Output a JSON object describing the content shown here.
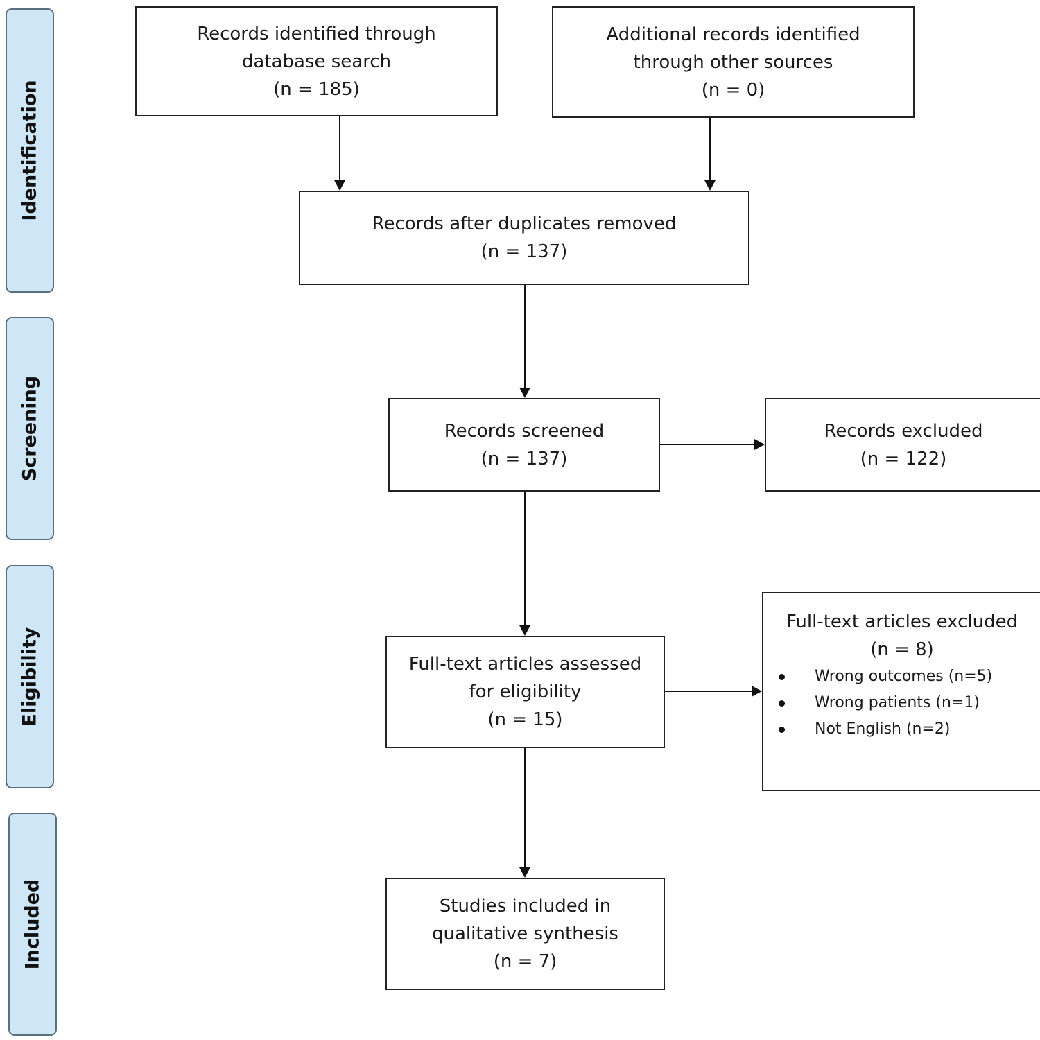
{
  "phases": {
    "identification": "Identification",
    "screening": "Screening",
    "eligibility": "Eligibility",
    "included": "Included"
  },
  "boxes": {
    "database_search": {
      "lines": [
        "Records identified through",
        "database search",
        "(n = 185)"
      ]
    },
    "other_sources": {
      "lines": [
        "Additional records identified",
        "through other sources",
        "(n = 0)"
      ]
    },
    "after_duplicates": {
      "lines": [
        "Records after duplicates removed",
        "(n = 137)"
      ]
    },
    "screened": {
      "lines": [
        "Records screened",
        "(n = 137)"
      ]
    },
    "excluded": {
      "lines": [
        "Records excluded",
        "(n = 122)"
      ]
    },
    "fulltext_assessed": {
      "lines": [
        "Full-text articles assessed",
        "for eligibility",
        "(n = 15)"
      ]
    },
    "fulltext_excluded": {
      "lines": [
        "Full-text articles excluded",
        "(n = 8)"
      ],
      "reasons": [
        "Wrong outcomes (n=5)",
        "Wrong patients (n=1)",
        "Not English (n=2)"
      ]
    },
    "included_studies": {
      "lines": [
        "Studies included in",
        "qualitative synthesis",
        "(n = 7)"
      ]
    }
  }
}
